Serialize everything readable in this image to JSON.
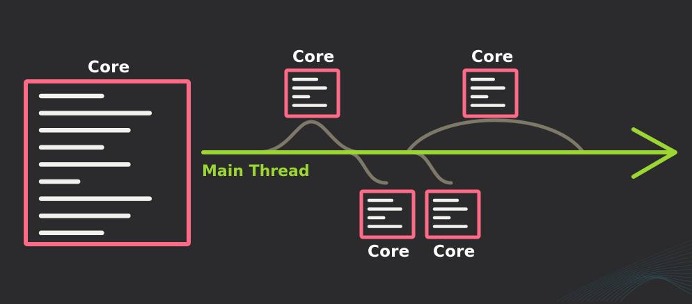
{
  "colors": {
    "background": "#2b2a2c",
    "core_border": "#ff6a86",
    "core_fill": "#2b2a2c",
    "code_line": "#f1f1ee",
    "main_thread": "#9bd633",
    "branch": "#7d7868",
    "label": "#ffffff"
  },
  "main_thread": {
    "label": "Main Thread"
  },
  "cores": [
    {
      "id": "main-core",
      "label": "Core",
      "code_lines": [
        0.46,
        0.82,
        0.66,
        0.46,
        0.66,
        0.28,
        0.82,
        0.66,
        0.46
      ]
    },
    {
      "id": "core-top-1",
      "label": "Core",
      "code_lines": [
        0.62,
        0.86,
        0.4,
        0.86
      ]
    },
    {
      "id": "core-top-2",
      "label": "Core",
      "code_lines": [
        0.58,
        0.86,
        0.4,
        0.86
      ]
    },
    {
      "id": "core-bottom-1",
      "label": "Core",
      "code_lines": [
        0.62,
        0.86,
        0.4,
        0.86
      ]
    },
    {
      "id": "core-bottom-2",
      "label": "Core",
      "code_lines": [
        0.62,
        0.86,
        0.4,
        0.86
      ]
    }
  ]
}
